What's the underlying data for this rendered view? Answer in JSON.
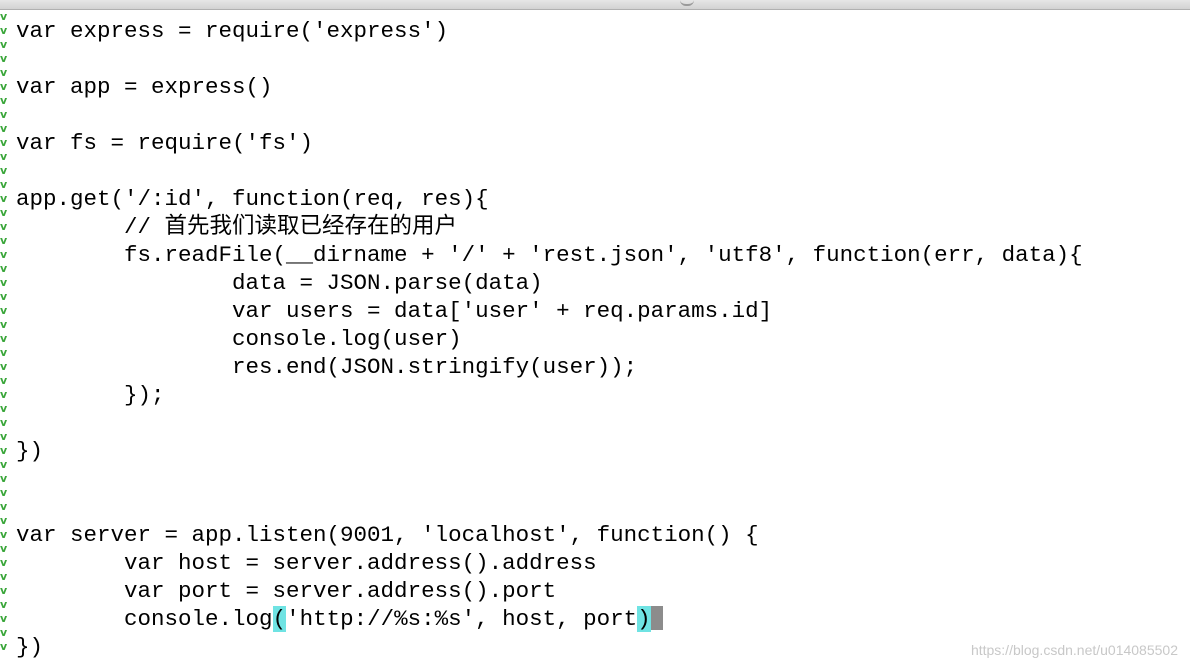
{
  "code_lines": [
    "var express = require('express')",
    "",
    "var app = express()",
    "",
    "var fs = require('fs')",
    "",
    "app.get('/:id', function(req, res){",
    "        // 首先我们读取已经存在的用户",
    "        fs.readFile(__dirname + '/' + 'rest.json', 'utf8', function(err, data){",
    "                data = JSON.parse(data)",
    "                var users = data['user' + req.params.id]",
    "                console.log(user)",
    "                res.end(JSON.stringify(user));",
    "        });",
    "",
    "})",
    "",
    "",
    "var server = app.listen(9001, 'localhost', function() {",
    "        var host = server.address().address",
    "        var port = server.address().port"
  ],
  "cursor_line": {
    "indent": "        ",
    "before": "console.log",
    "open_paren": "(",
    "middle": "'http://%s:%s', host, port",
    "close_paren": ")"
  },
  "last_line": "})",
  "gutter_glyph": "v",
  "watermark": "https://blog.csdn.net/u014085502",
  "colors": {
    "bracket_highlight": "#6fe3e3",
    "cursor": "#8c8c8c",
    "gutter_marker": "#3aa63a"
  }
}
